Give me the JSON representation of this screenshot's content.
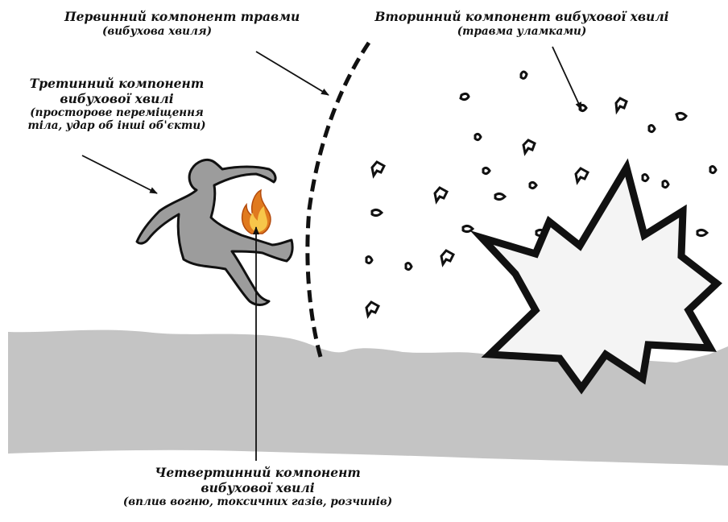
{
  "diagram": {
    "primary": {
      "title": "Первинний компонент травми",
      "subtitle": "(вибухова хвиля)"
    },
    "secondary": {
      "title": "Вторинний компонент вибухової хвилі",
      "subtitle": "(травма уламками)"
    },
    "tertiary": {
      "title_line1": "Третинний компонент",
      "title_line2": "вибухової хвилі",
      "subtitle_line1": "(просторове переміщення",
      "subtitle_line2": "тіла, удар об інші об'єкти)"
    },
    "quaternary": {
      "title_line1": "Четвертинний компонент",
      "title_line2": "вибухової хвилі",
      "subtitle": "(вплив вогню, токсичних газів, розчинів)"
    }
  },
  "colors": {
    "ground": "#c4c4c4",
    "figure": "#9c9c9c",
    "outline": "#111111",
    "explosion_fill": "#f4f4f4",
    "fire_outer": "#e07a1f",
    "fire_inner": "#f7c64a"
  }
}
